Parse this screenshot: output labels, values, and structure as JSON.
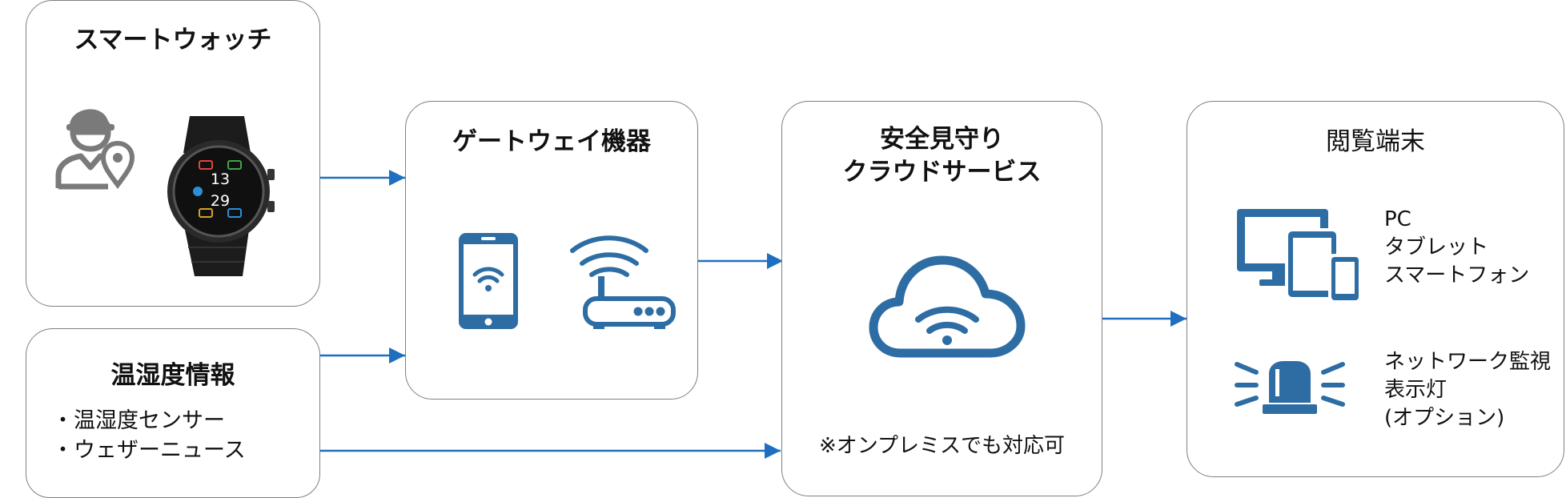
{
  "smartwatch": {
    "title": "スマートウォッチ"
  },
  "sensor": {
    "title": "温湿度情報",
    "items": [
      "・温湿度センサー",
      "・ウェザーニュース"
    ]
  },
  "gateway": {
    "title": "ゲートウェイ機器"
  },
  "cloud": {
    "title_line1": "安全見守り",
    "title_line2": "クラウドサービス",
    "note": "※オンプレミスでも対応可"
  },
  "viewer": {
    "title": "閲覧端末",
    "devices": [
      "PC",
      "タブレット",
      "スマートフォン"
    ],
    "alarm": [
      "ネットワーク監視",
      "表示灯",
      "(オプション)"
    ]
  },
  "watch_face": {
    "top": "13",
    "bottom": "29"
  },
  "colors": {
    "icon_blue": "#2e6da4",
    "arrow_blue": "#1f6fc0",
    "person_gray": "#7a7a7a",
    "border_gray": "#7f7f7f"
  },
  "icons": [
    "worker-location-icon",
    "smartwatch-image",
    "smartphone-wifi-icon",
    "router-icon",
    "cloud-wifi-icon",
    "pc-tablet-phone-icon",
    "warning-light-icon"
  ]
}
